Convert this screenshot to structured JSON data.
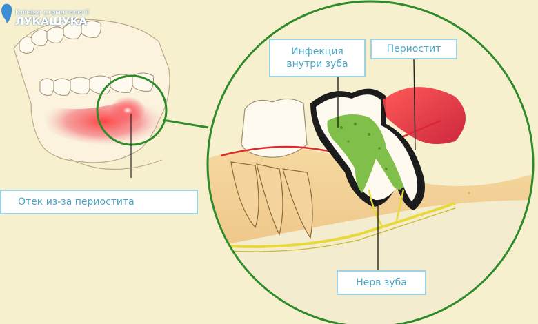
{
  "logo": {
    "subtitle": "Клініка стоматології",
    "name": "ЛУКАШУКА"
  },
  "labels": {
    "infection_line1": "Инфекция",
    "infection_line2": "внутри зуба",
    "periostitis": "Периостит",
    "swelling": "Отек из-за периостита",
    "nerve": "Нерв зуба"
  },
  "colors": {
    "background": "#f7f0cf",
    "circle_stroke": "#2f8a2a",
    "inflammation": "#e4242e",
    "label_border": "#9bd3e3",
    "label_text": "#4aa6c7",
    "nerve": "#e8d93a",
    "infection": "#7fbf4a"
  }
}
